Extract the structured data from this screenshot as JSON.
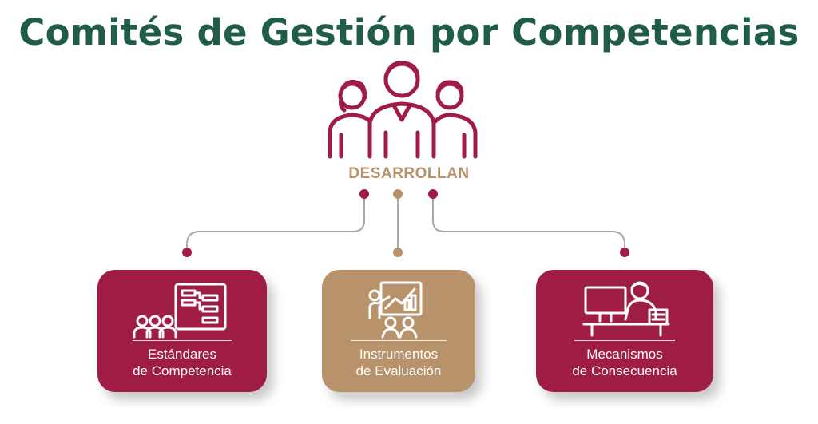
{
  "title": "Comités de Gestión por Competencias",
  "center_label": "DESARROLLAN",
  "colors": {
    "title_green": "#1f5c4a",
    "maroon": "#9f1d45",
    "gold": "#b7926a",
    "connector_gray": "#a8a8a8"
  },
  "top_icon": "group-of-three-people-icon",
  "cards": [
    {
      "icon": "team-flowchart-icon",
      "color": "maroon",
      "line1": "Estándares",
      "line2": "de Competencia"
    },
    {
      "icon": "presenter-chart-icon",
      "color": "gold",
      "line1": "Instrumentos",
      "line2": "de Evaluación"
    },
    {
      "icon": "person-at-desk-computer-icon",
      "color": "maroon",
      "line1": "Mecanismos",
      "line2": "de Consecuencia"
    }
  ]
}
